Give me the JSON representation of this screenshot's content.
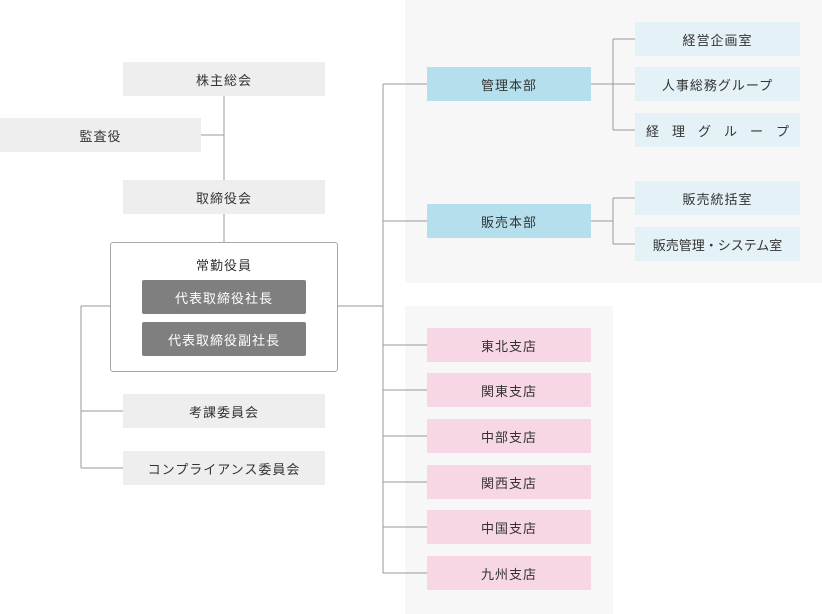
{
  "governance": {
    "shareholders_meeting": "株主総会",
    "auditor": "監査役",
    "board": "取締役会",
    "executive_officers": {
      "title": "常勤役員",
      "members": [
        "代表取締役社長",
        "代表取締役副社長"
      ]
    },
    "evaluation_committee": "考課委員会",
    "compliance_committee": "コンプライアンス委員会"
  },
  "divisions": [
    {
      "name": "管理本部",
      "units": [
        "経営企画室",
        "人事総務グループ",
        "経　理　グ　ル　ー　プ"
      ]
    },
    {
      "name": "販売本部",
      "units": [
        "販売統括室",
        "販売管理・システム室"
      ]
    }
  ],
  "branches": [
    "東北支店",
    "関東支店",
    "中部支店",
    "関西支店",
    "中国支店",
    "九州支店"
  ],
  "colors": {
    "governance_box": "#eeeeee",
    "officer_box": "#7f7f7f",
    "division_box": "#b5dfec",
    "unit_box": "#e4f1f7",
    "branch_box": "#f7d7e6",
    "panel_background": "#f7f7f7",
    "connector_line": "#9a9a9a"
  }
}
